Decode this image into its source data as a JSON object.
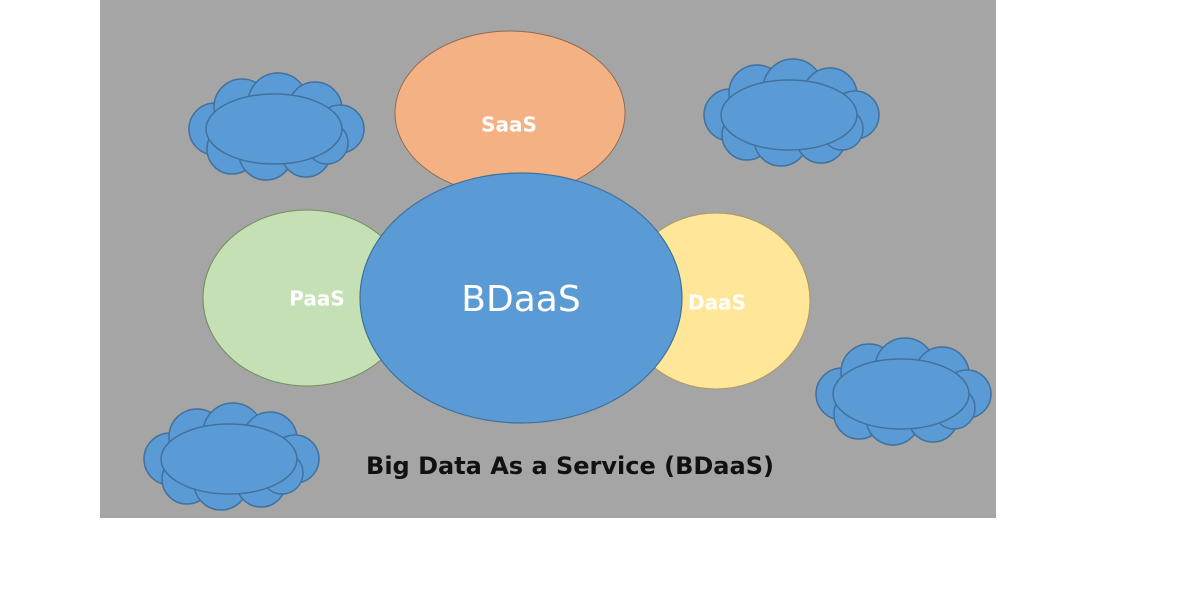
{
  "colors": {
    "background": "#a5a5a5",
    "saas": "#f4b183",
    "paas": "#c5e0b4",
    "daas": "#ffe699",
    "bdaas": "#5b9bd5",
    "cloud": "#5b9bd5",
    "bubble_text": "#ffffff",
    "caption_text": "#111111"
  },
  "diagram": {
    "saas_label": "SaaS",
    "paas_label": "PaaS",
    "daas_label": "DaaS",
    "bdaas_label": "BDaaS",
    "caption": "Big Data As a Service (BDaaS)"
  }
}
